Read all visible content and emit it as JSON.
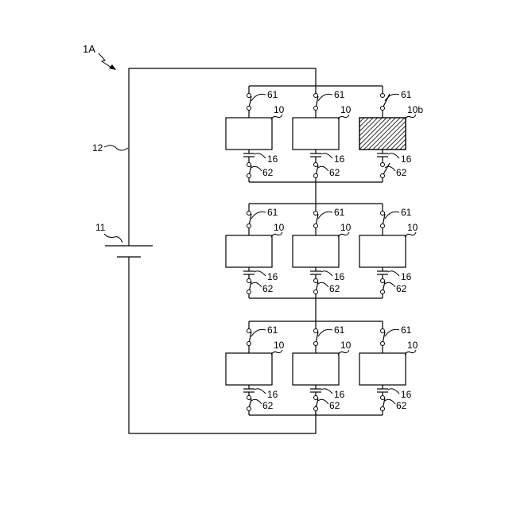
{
  "figure_ref": "1A",
  "labels": {
    "battery": "11",
    "main_wire": "12",
    "cell": "10",
    "degraded_cell": "10b",
    "capacitor": "16",
    "upper_switch": "61",
    "lower_switch": "62"
  },
  "layout": {
    "rows": 3,
    "columns": 3,
    "degraded_cell": {
      "row": 1,
      "column": 3
    },
    "open_switches": [
      {
        "row": 1,
        "column": 3,
        "which": "upper"
      },
      {
        "row": 1,
        "column": 3,
        "which": "lower"
      }
    ]
  },
  "colors": {
    "line": "#000000",
    "background": "#ffffff"
  }
}
